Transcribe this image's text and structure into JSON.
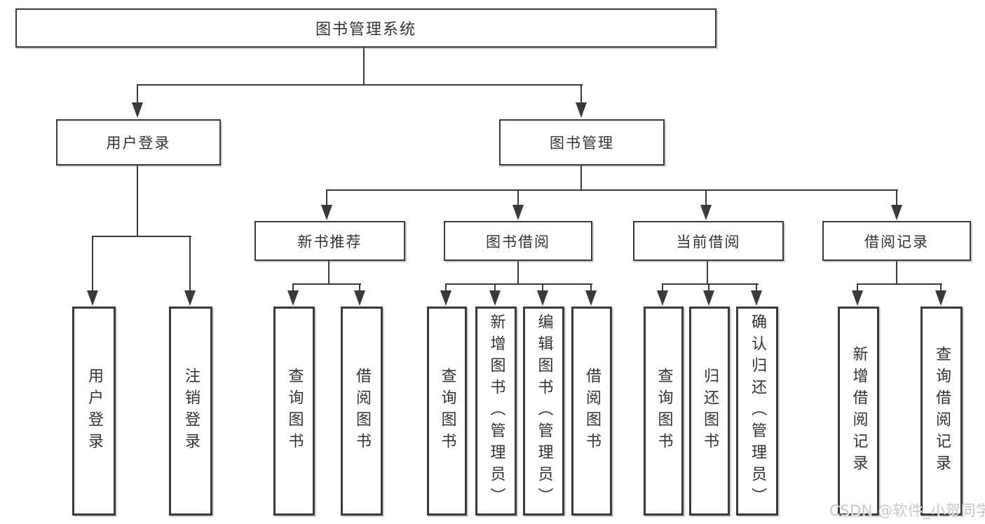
{
  "nodes": {
    "root": "图书管理系统",
    "user_login": "用户登录",
    "book_management": "图书管理",
    "new_book_recommend": "新书推荐",
    "book_borrow": "图书借阅",
    "current_borrow": "当前借阅",
    "borrow_records": "借阅记录",
    "ul_user_login": "用户登录",
    "ul_logout": "注销登录",
    "nb_query_books": "查询图书",
    "nb_borrow_books": "借阅图书",
    "bb_query_books": "查询图书",
    "bb_add_books": "新增图书（管理员）",
    "bb_edit_books": "编辑图书（管理员）",
    "bb_borrow_books": "借阅图书",
    "cb_query_books": "查询图书",
    "cb_return_books": "归还图书",
    "cb_confirm_return": "确认归还（管理员）",
    "br_add_record": "新增借阅记录",
    "br_query_record": "查询借阅记录"
  },
  "watermark": "CSDN @软件_小贺同学",
  "colors": {
    "line": "#3a3a3a",
    "text": "#333333",
    "watermark": "#c6c6c6",
    "background": "#ffffff"
  }
}
